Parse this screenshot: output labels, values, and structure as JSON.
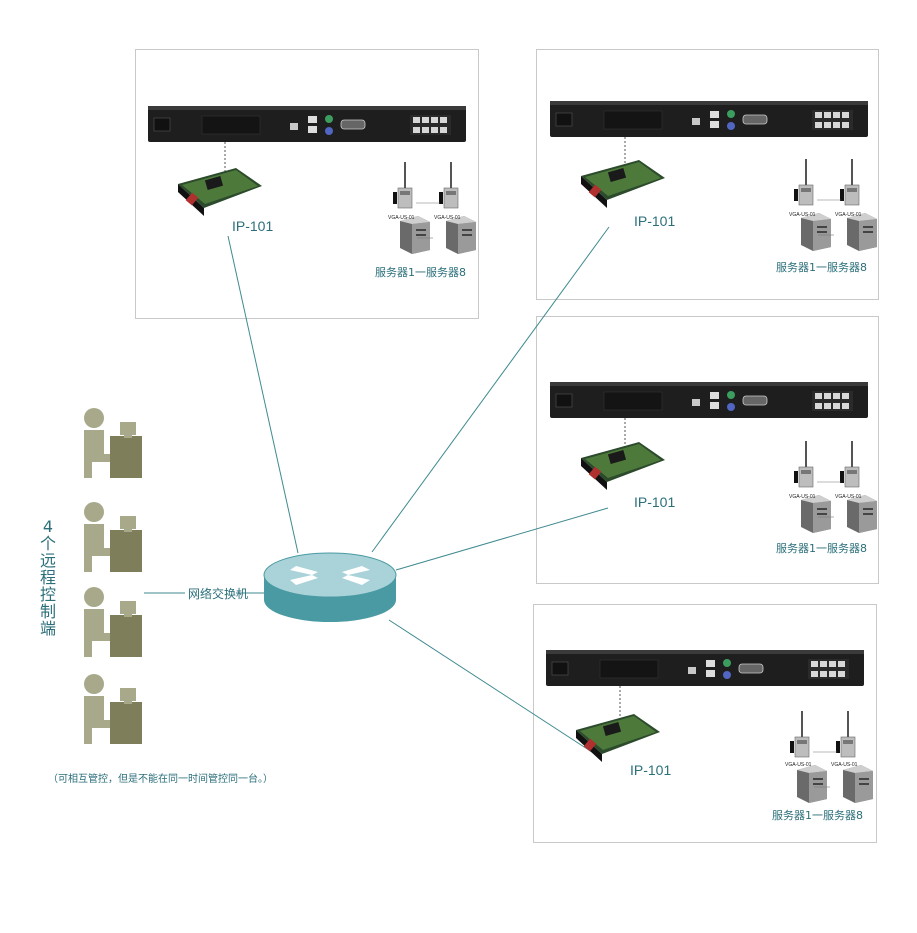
{
  "switch": {
    "label": "网络交换机"
  },
  "clients": {
    "title_chars": [
      "4",
      "个",
      "远",
      "程",
      "控",
      "制",
      "端"
    ],
    "note": "（可相互管控，但是不能在同一时间管控同一台。）"
  },
  "groups": [
    {
      "ip_label": "IP-101",
      "servers_label": "服务器1一服务器8",
      "vga_left": "VGA-US-01",
      "vga_right": "VGA-US-01"
    },
    {
      "ip_label": "IP-101",
      "servers_label": "服务器1一服务器8",
      "vga_left": "VGA-US-01",
      "vga_right": "VGA-US-01"
    },
    {
      "ip_label": "IP-101",
      "servers_label": "服务器1一服务器8",
      "vga_left": "VGA-US-01",
      "vga_right": "VGA-US-01"
    },
    {
      "ip_label": "IP-101",
      "servers_label": "服务器1一服务器8",
      "vga_left": "VGA-US-01",
      "vga_right": "VGA-US-01"
    }
  ],
  "colors": {
    "line": "#3f8a8f",
    "switch_top": "#a9d3d8",
    "switch_side": "#4a9aa3",
    "person": "#a7a98a",
    "desk": "#7e7f5a"
  }
}
